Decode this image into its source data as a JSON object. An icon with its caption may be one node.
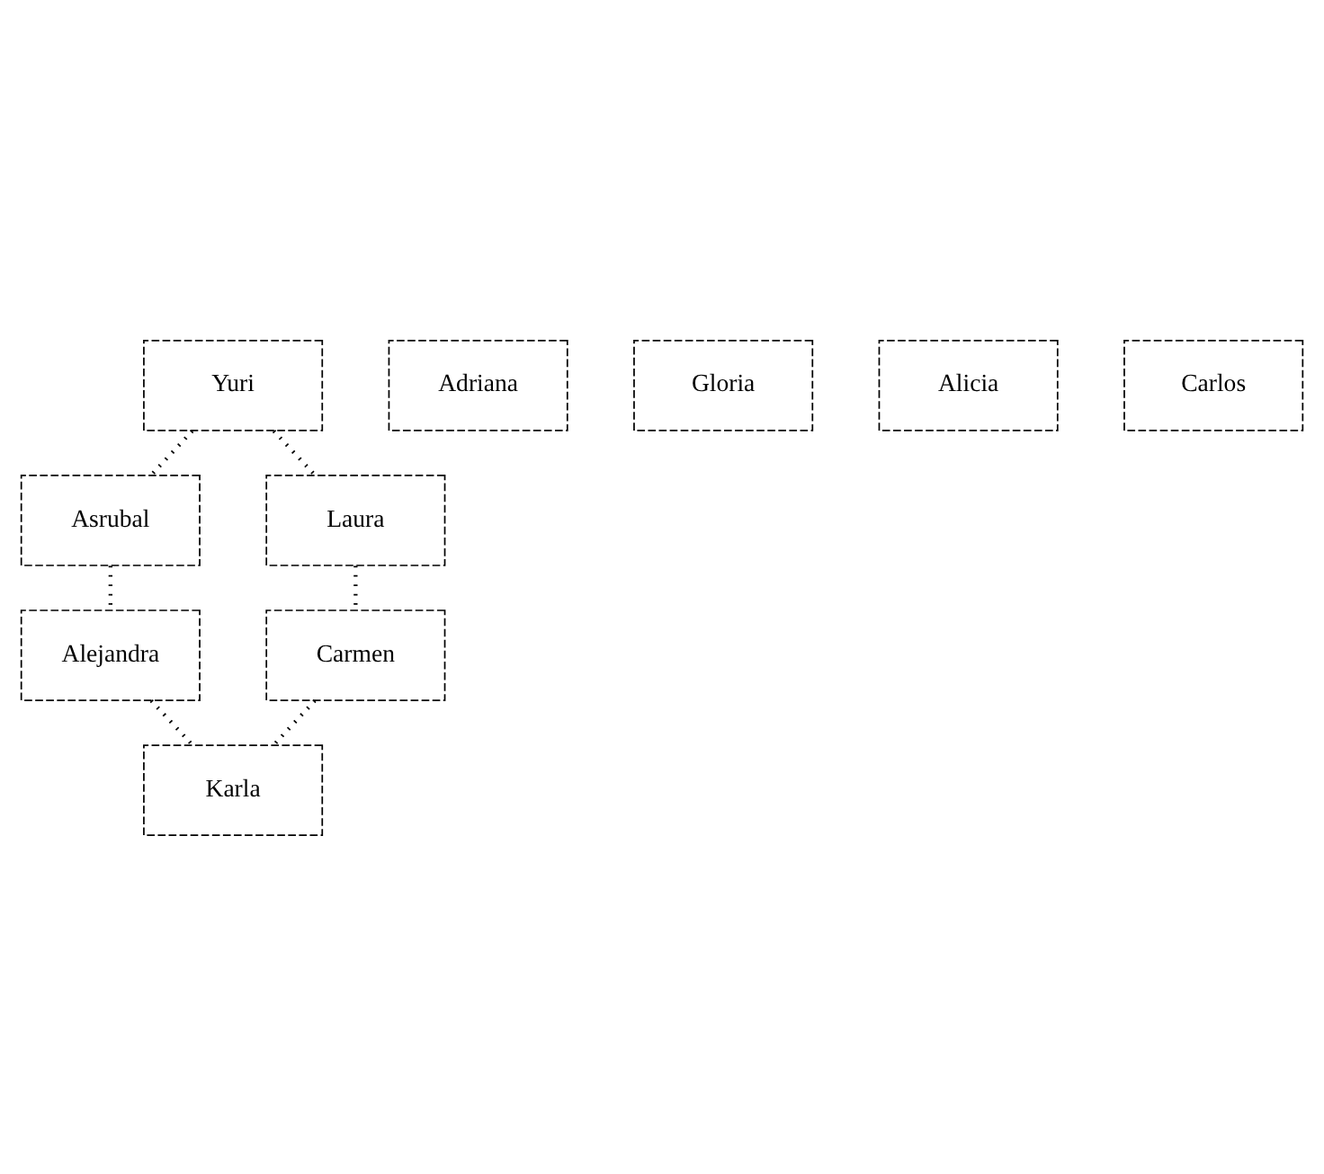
{
  "diagram": {
    "nodes": [
      {
        "text": [
          "Yuri"
        ]
      },
      {
        "text": [
          "Asrubal"
        ]
      },
      {
        "text": [
          "Laura"
        ]
      },
      {
        "text": [
          "Alejandra"
        ]
      },
      {
        "text": [
          "Carmen"
        ]
      },
      {
        "text": [
          "Adriana"
        ]
      },
      {
        "text": [
          "Karla"
        ]
      },
      {
        "text": [
          "Gloria"
        ]
      },
      {
        "text": [
          "Alicia"
        ]
      },
      {
        "text": [
          "Carlos"
        ]
      }
    ],
    "edges": [
      {
        "from": 0,
        "to": 1,
        "arrow": "none"
      },
      {
        "from": 0,
        "to": 2,
        "arrow": "none"
      },
      {
        "from": 1,
        "to": 3,
        "arrow": "none"
      },
      {
        "from": 2,
        "to": 4,
        "arrow": "none"
      },
      {
        "from": 3,
        "to": 6,
        "arrow": "none"
      },
      {
        "from": 4,
        "to": 6,
        "arrow": "none"
      }
    ]
  }
}
